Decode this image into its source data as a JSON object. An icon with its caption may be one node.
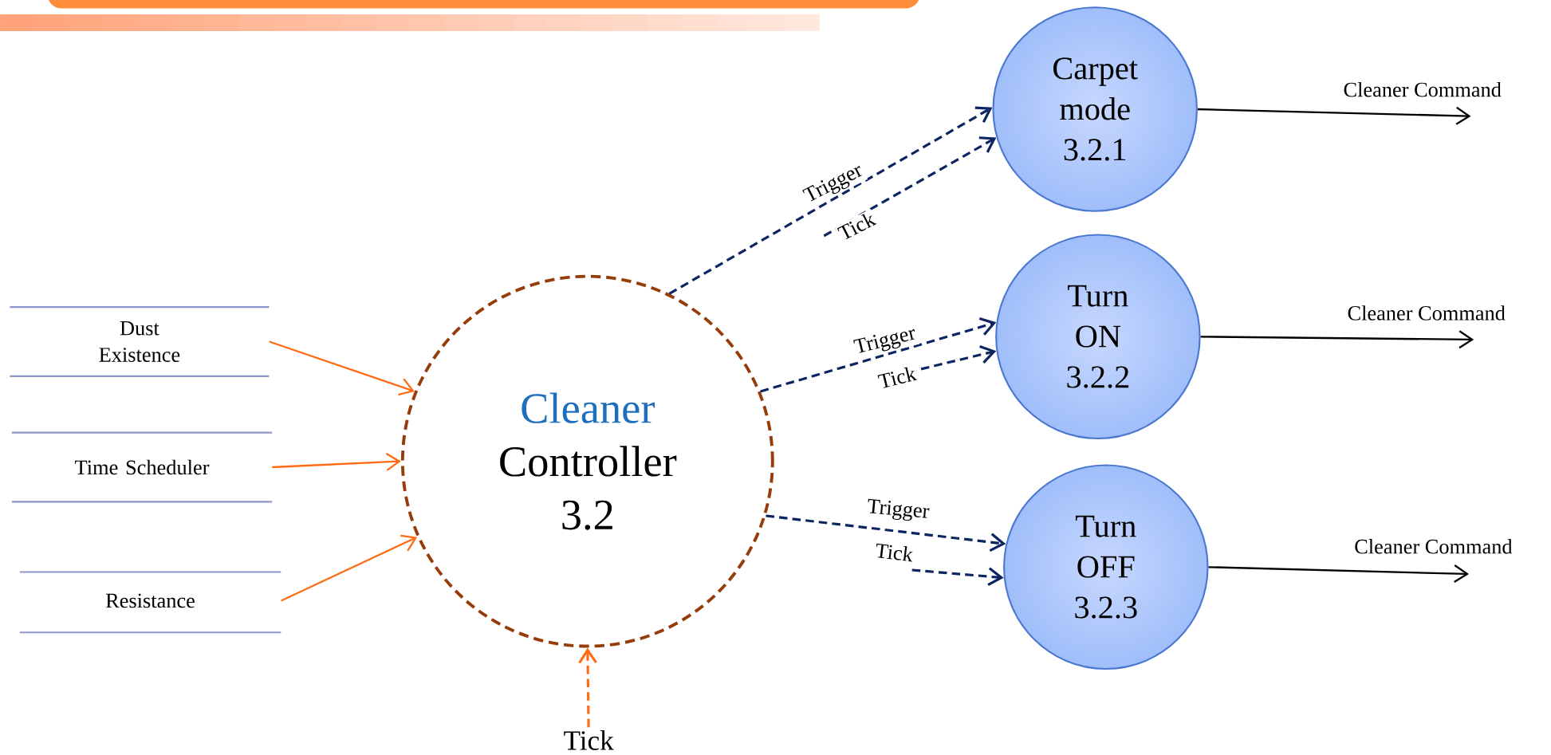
{
  "diagram": {
    "nodes": [
      {
        "text": [
          "Dust Existence"
        ]
      },
      {
        "text": [
          "Time Scheduler"
        ]
      },
      {
        "text": [
          "Resistance"
        ]
      },
      {
        "text": [
          "Cleaner",
          "Controller",
          "3.2"
        ]
      },
      {
        "text": [
          "Carpet mode",
          "3.2.1"
        ]
      },
      {
        "text": [
          "Turn ON",
          "3.2.2"
        ]
      },
      {
        "text": [
          "Turn OFF",
          "3.2.3"
        ]
      },
      {
        "text": [
          "Tick"
        ]
      }
    ],
    "edges": [
      {
        "from": 0,
        "to": 3,
        "arrow": "to",
        "color": "#ff6a13"
      },
      {
        "from": 1,
        "to": 3,
        "arrow": "to",
        "color": "#ff6a13"
      },
      {
        "from": 2,
        "to": 3,
        "arrow": "to",
        "color": "#ff6a13"
      },
      {
        "from": 7,
        "to": 3,
        "arrow": "to",
        "style": "dashed",
        "color": "#ff6a13"
      },
      {
        "from": 3,
        "to": 4,
        "arrow": "to",
        "style": "dashed",
        "label": "Trigger"
      },
      {
        "from": null,
        "to": 4,
        "arrow": "to",
        "style": "dashed",
        "label": "Tick"
      },
      {
        "from": 3,
        "to": 5,
        "arrow": "to",
        "style": "dashed",
        "label": "Trigger"
      },
      {
        "from": null,
        "to": 5,
        "arrow": "to",
        "style": "dashed",
        "label": "Tick"
      },
      {
        "from": 3,
        "to": 6,
        "arrow": "to",
        "style": "dashed",
        "label": "Trigger"
      },
      {
        "from": null,
        "to": 6,
        "arrow": "to",
        "style": "dashed",
        "label": "Tick"
      },
      {
        "from": 4,
        "to": null,
        "arrow": "to",
        "color": "#000000",
        "label": "Cleaner Command"
      },
      {
        "from": 5,
        "to": null,
        "arrow": "to",
        "color": "#000000",
        "label": "Cleaner Command"
      },
      {
        "from": 6,
        "to": null,
        "arrow": "to",
        "color": "#000000",
        "label": "Cleaner Command"
      }
    ]
  }
}
